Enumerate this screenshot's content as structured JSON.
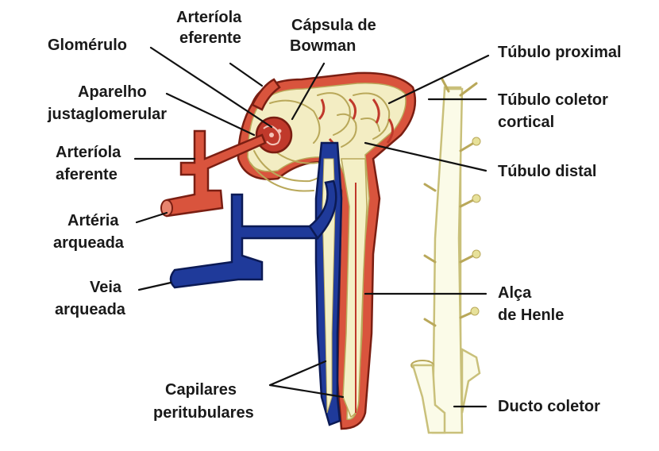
{
  "diagram": {
    "colors": {
      "artery": "#d9543d",
      "vein": "#1f3a9a",
      "tubule": "#f4f0c6",
      "collecting_duct": "#fbfbe8"
    },
    "labels": {
      "glomerulo": "Glomérulo",
      "arteriola_eferente_1": "Arteríola",
      "arteriola_eferente_2": "eferente",
      "capsula_1": "Cápsula de",
      "capsula_2": "Bowman",
      "aparelho_1": "Aparelho",
      "aparelho_2": "justaglomerular",
      "arteriola_aferente_1": "Arteríola",
      "arteriola_aferente_2": "aferente",
      "arteria_arqueada_1": "Artéria",
      "arteria_arqueada_2": "arqueada",
      "veia_arqueada_1": "Veia",
      "veia_arqueada_2": "arqueada",
      "capilares_1": "Capilares",
      "capilares_2": "peritubulares",
      "tubulo_proximal": "Túbulo proximal",
      "tubulo_coletor_1": "Túbulo coletor",
      "tubulo_coletor_2": "cortical",
      "tubulo_distal": "Túbulo distal",
      "alca_1": "Alça",
      "alca_2": "de Henle",
      "ducto_coletor": "Ducto coletor"
    }
  }
}
